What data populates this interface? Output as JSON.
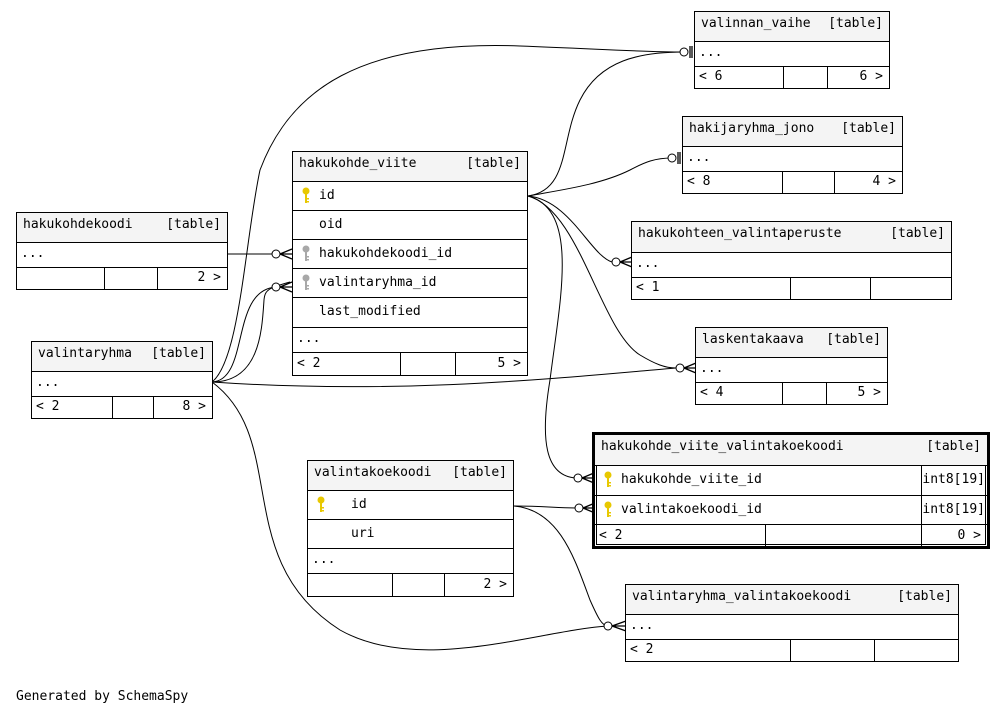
{
  "footer": "Generated by SchemaSpy",
  "tables": {
    "valinnan_vaihe": {
      "name": "valinnan_vaihe",
      "tag": "[table]",
      "ellipsis": "...",
      "nav_left": "< 6",
      "nav_right": "6 >"
    },
    "hakijaryhma_jono": {
      "name": "hakijaryhma_jono",
      "tag": "[table]",
      "ellipsis": "...",
      "nav_left": "< 8",
      "nav_right": "4 >"
    },
    "hakukohteen_valintaperuste": {
      "name": "hakukohteen_valintaperuste",
      "tag": "[table]",
      "ellipsis": "...",
      "nav_left": "< 1",
      "nav_right": ""
    },
    "laskentakaava": {
      "name": "laskentakaava",
      "tag": "[table]",
      "ellipsis": "...",
      "nav_left": "< 4",
      "nav_right": "5 >"
    },
    "hakukohdekoodi": {
      "name": "hakukohdekoodi",
      "tag": "[table]",
      "ellipsis": "...",
      "nav_left": "",
      "nav_right": "2 >"
    },
    "valintaryhma": {
      "name": "valintaryhma",
      "tag": "[table]",
      "ellipsis": "...",
      "nav_left": "< 2",
      "nav_right": "8 >"
    },
    "hakukohde_viite": {
      "name": "hakukohde_viite",
      "tag": "[table]",
      "columns": [
        "id",
        "oid",
        "hakukohdekoodi_id",
        "valintaryhma_id",
        "last_modified"
      ],
      "ellipsis": "...",
      "nav_left": "< 2",
      "nav_right": "5 >"
    },
    "valintakoekoodi": {
      "name": "valintakoekoodi",
      "tag": "[table]",
      "columns": [
        "id",
        "uri"
      ],
      "ellipsis": "...",
      "nav_left": "",
      "nav_right": "2 >"
    },
    "hakukohde_viite_valintakoekoodi": {
      "name": "hakukohde_viite_valintakoekoodi",
      "tag": "[table]",
      "columns": [
        {
          "name": "hakukohde_viite_id",
          "type": "int8[19]"
        },
        {
          "name": "valintakoekoodi_id",
          "type": "int8[19]"
        }
      ],
      "nav_left": "< 2",
      "nav_right": "0 >"
    },
    "valintaryhma_valintakoekoodi": {
      "name": "valintaryhma_valintakoekoodi",
      "tag": "[table]",
      "ellipsis": "...",
      "nav_left": "< 2",
      "nav_right": ""
    }
  },
  "colors": {
    "primary_key": "#e8c800",
    "foreign_key": "#a8a8a8",
    "header_bg": "#f4f4f4"
  },
  "icons": {
    "primary_key": "key-icon",
    "foreign_key": "key-icon"
  }
}
